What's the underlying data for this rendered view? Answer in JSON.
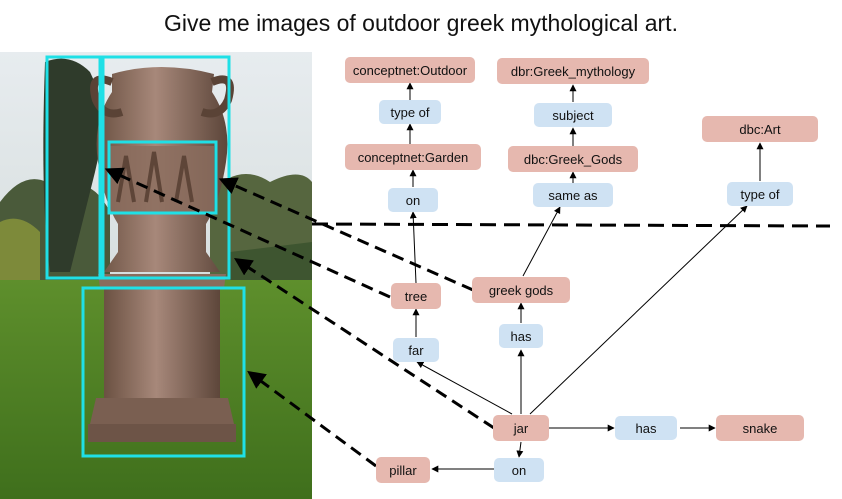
{
  "query": "Give me images of outdoor greek mythological art.",
  "colors": {
    "entity_fill": "#e6b8af",
    "relation_fill": "#cfe2f3",
    "box_stroke": "#1fe0e6",
    "arrow": "#000000"
  },
  "graph": {
    "entities": {
      "conceptnet_outdoor": "conceptnet:Outdoor",
      "dbr_greek_mythology": "dbr:Greek_mythology",
      "concept_garden": "conceptnet:Garden",
      "dbc_greek_gods": "dbc:Greek_Gods",
      "dbc_art": "dbc:Art",
      "tree": "tree",
      "greek_gods": "greek gods",
      "jar": "jar",
      "snake": "snake",
      "pillar": "pillar"
    },
    "relations": {
      "type_of_top": "type of",
      "subject": "subject",
      "on_top": "on",
      "same_as": "same as",
      "type_of_right": "type of",
      "far": "far",
      "has_gods": "has",
      "has_snake": "has",
      "on_pillar": "on"
    }
  }
}
